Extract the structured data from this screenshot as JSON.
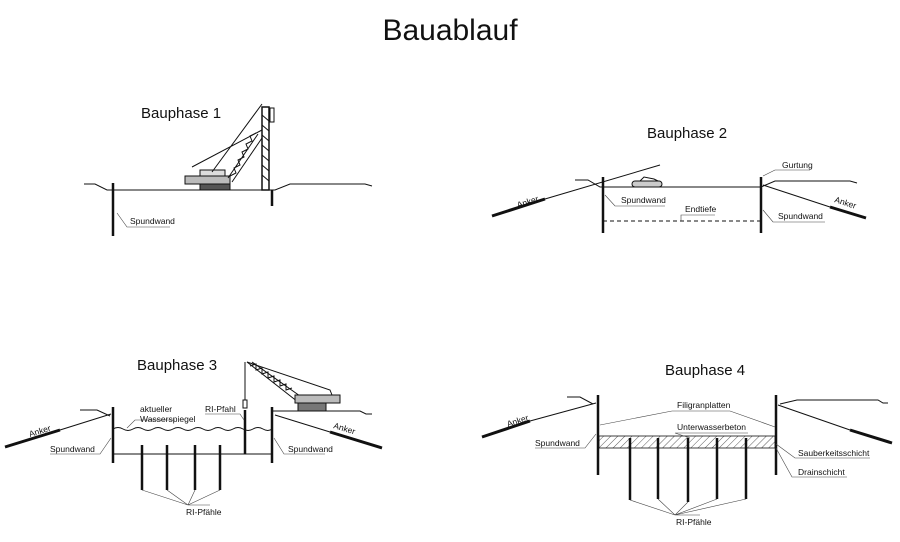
{
  "title": "Bauablauf",
  "phase1": {
    "title": "Bauphase 1",
    "spundwand": "Spundwand"
  },
  "phase2": {
    "title": "Bauphase 2",
    "gurtung": "Gurtung",
    "spundwand_left": "Spundwand",
    "spundwand_right": "Spundwand",
    "endtiefe": "Endtiefe",
    "anker_left": "Anker",
    "anker_right": "Anker"
  },
  "phase3": {
    "title": "Bauphase 3",
    "wasserspiegel_1": "aktueller",
    "wasserspiegel_2": "Wasserspiegel",
    "ri_pfahl": "RI-Pfahl",
    "spundwand_left": "Spundwand",
    "spundwand_right": "Spundwand",
    "ri_pfaehle": "RI-Pfähle",
    "anker_left": "Anker",
    "anker_right": "Anker"
  },
  "phase4": {
    "title": "Bauphase 4",
    "filigranplatten": "Filigranplatten",
    "unterwasserbeton": "Unterwasserbeton",
    "spundwand": "Spundwand",
    "sauberkeitsschicht": "Sauberkeitsschicht",
    "drainschicht": "Drainschicht",
    "ri_pfaehle": "RI-Pfähle",
    "anker_left": "Anker"
  }
}
